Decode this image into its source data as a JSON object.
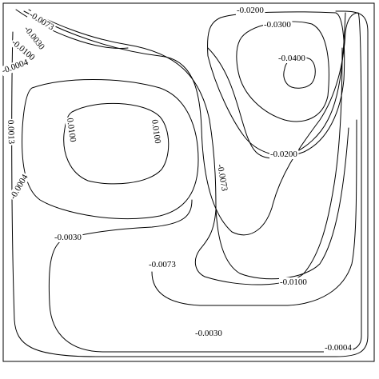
{
  "figure": {
    "contour_levels": [
      -0.04,
      -0.03,
      -0.02,
      -0.01,
      -0.0073,
      -0.003,
      -0.0004,
      0.0013,
      0.01
    ],
    "labels": [
      {
        "text": "-0.0200"
      },
      {
        "text": "-0.0300"
      },
      {
        "text": "-0.0400"
      },
      {
        "text": "-0.0200"
      },
      {
        "text": "-0.0100"
      },
      {
        "text": "-0.0073"
      },
      {
        "text": "-0.0030"
      },
      {
        "text": "-0.0004"
      },
      {
        "text": "0.0013"
      },
      {
        "text": "0.0100"
      },
      {
        "text": "0.0100"
      },
      {
        "text": "-0.0004"
      },
      {
        "text": "-0.0030"
      },
      {
        "text": "-0.0073"
      },
      {
        "text": "-0.0073"
      },
      {
        "text": "-0.0100"
      },
      {
        "text": "-0.0030"
      },
      {
        "text": "-0.0004"
      }
    ]
  }
}
